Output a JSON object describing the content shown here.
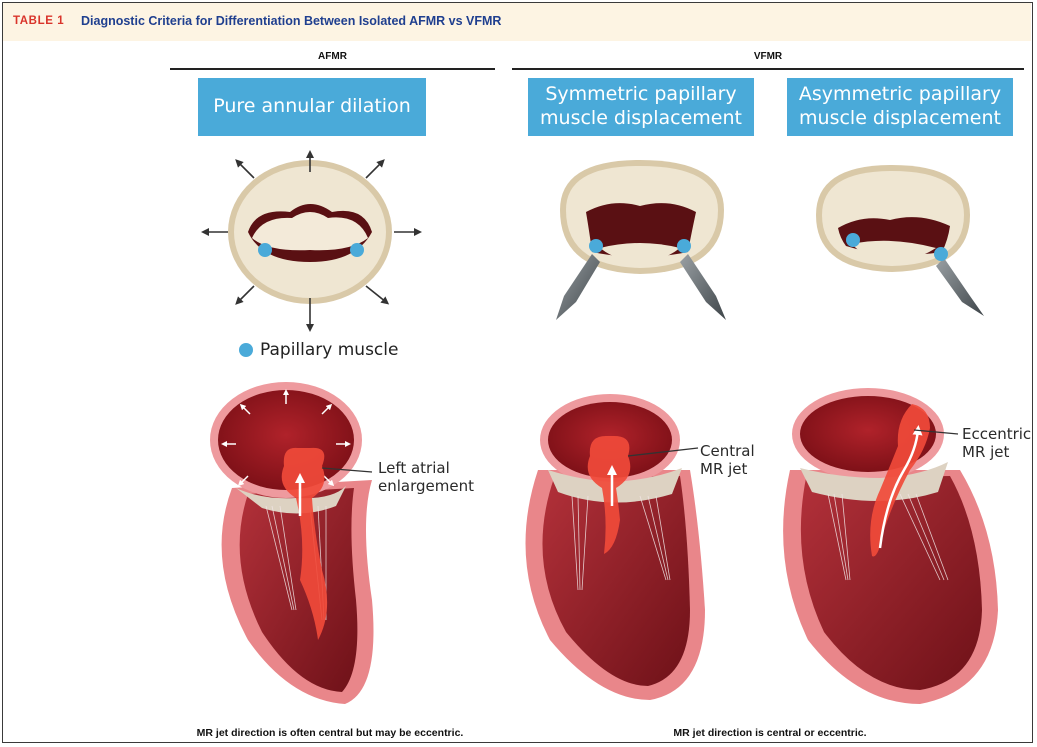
{
  "table": {
    "tag": "TABLE 1",
    "title": "Diagnostic Criteria for Differentiation Between Isolated AFMR vs VFMR"
  },
  "columns": {
    "afmr": "AFMR",
    "vfmr": "VFMR"
  },
  "boxes": {
    "pure": "Pure annular dilation",
    "symmetric": "Symmetric papillary muscle displacement",
    "asymmetric": "Asymmetric papillary muscle displacement"
  },
  "legend": {
    "papillary": "Papillary muscle"
  },
  "labels": {
    "left_atrial_1": "Left atrial",
    "left_atrial_2": "enlargement",
    "central_1": "Central",
    "central_2": "MR jet",
    "eccentric_1": "Eccentric",
    "eccentric_2": "MR jet"
  },
  "captions": {
    "afmr": "MR jet direction is often central but may be eccentric.",
    "vfmr": "MR jet direction is central or eccentric."
  },
  "colors": {
    "box_blue": "#4aaad9",
    "papillary_dot": "#4aaad9",
    "header_bg": "#fdf4e3",
    "tag_red": "#d9342b",
    "title_blue": "#1f3f8f"
  }
}
